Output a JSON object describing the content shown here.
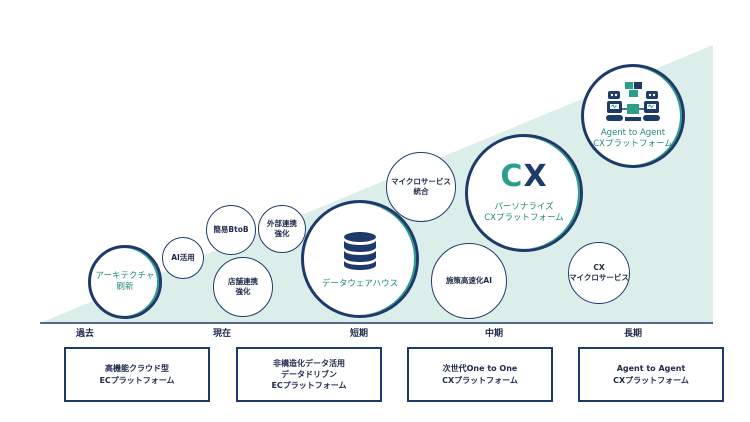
{
  "timeline": {
    "labels": [
      "過去",
      "現在",
      "短期",
      "中期",
      "長期"
    ]
  },
  "circles": {
    "architecture": "アーキテクチャ\n刷新",
    "ai_use": "AI活用",
    "simple_btob": "簡易BtoB",
    "external_link": "外部連携\n強化",
    "store_link": "店舗連携\n強化",
    "data_warehouse": "データウェアハウス",
    "microservices_integration": "マイクロサービス\n統合",
    "cx_mark": "CX",
    "personalize": "パーソナライズ\nCXプラットフォーム",
    "measures_ai": "施策高速化AI",
    "cx_microservices": "CX\nマイクロサービス",
    "agent_platform": "Agent to Agent\nCXプラットフォーム"
  },
  "boxes": [
    "高機能クラウド型\nECプラットフォーム",
    "非構造化データ活用\nデータドリブン\nECプラットフォーム",
    "次世代One to One\nCXプラットフォーム",
    "Agent to Agent\nCXプラットフォーム"
  ],
  "colors": {
    "navy": "#1e3a6b",
    "teal": "#2aa08a",
    "wedge": "#dceee9"
  },
  "icons": [
    "database-icon",
    "robots-icon"
  ]
}
